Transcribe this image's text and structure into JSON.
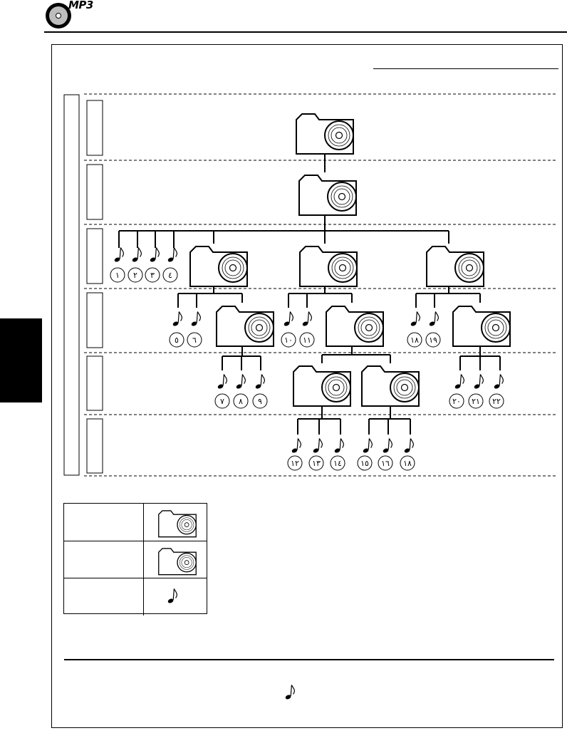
{
  "header": {
    "logo_text": "MP3"
  },
  "levels": [
    "",
    "",
    "",
    "",
    "",
    ""
  ],
  "tracks": [
    "١",
    "٢",
    "٣",
    "٤",
    "٥",
    "٦",
    "٧",
    "٨",
    "٩",
    "١٠",
    "١١",
    "١٢",
    "١٣",
    "١٤",
    "١٥",
    "١٦",
    "١٨",
    "١٨",
    "١٩",
    "٢٠",
    "٢١",
    "٢٢"
  ],
  "legend": {
    "rows": [
      {
        "label": "",
        "symbol": "folder-icon"
      },
      {
        "label": "",
        "symbol": "folder-icon"
      },
      {
        "label": "",
        "symbol": "music-note-icon"
      }
    ]
  },
  "footer": {
    "note_symbol": "music-note-icon"
  }
}
